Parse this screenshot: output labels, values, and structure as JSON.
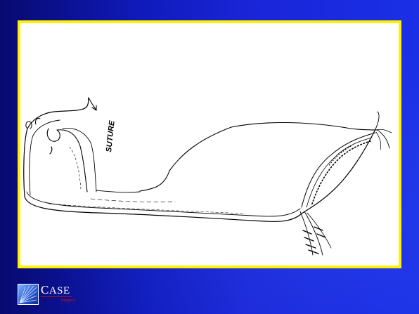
{
  "figure": {
    "label_suture": "SUTURE",
    "frame_color": "#fff200",
    "background_colors": [
      "#070a6f",
      "#1a2fe6"
    ]
  },
  "logo": {
    "word_initial": "C",
    "word_rest": "ASE",
    "subtitle": "Surgery",
    "icon": "starburst-logo-icon"
  }
}
